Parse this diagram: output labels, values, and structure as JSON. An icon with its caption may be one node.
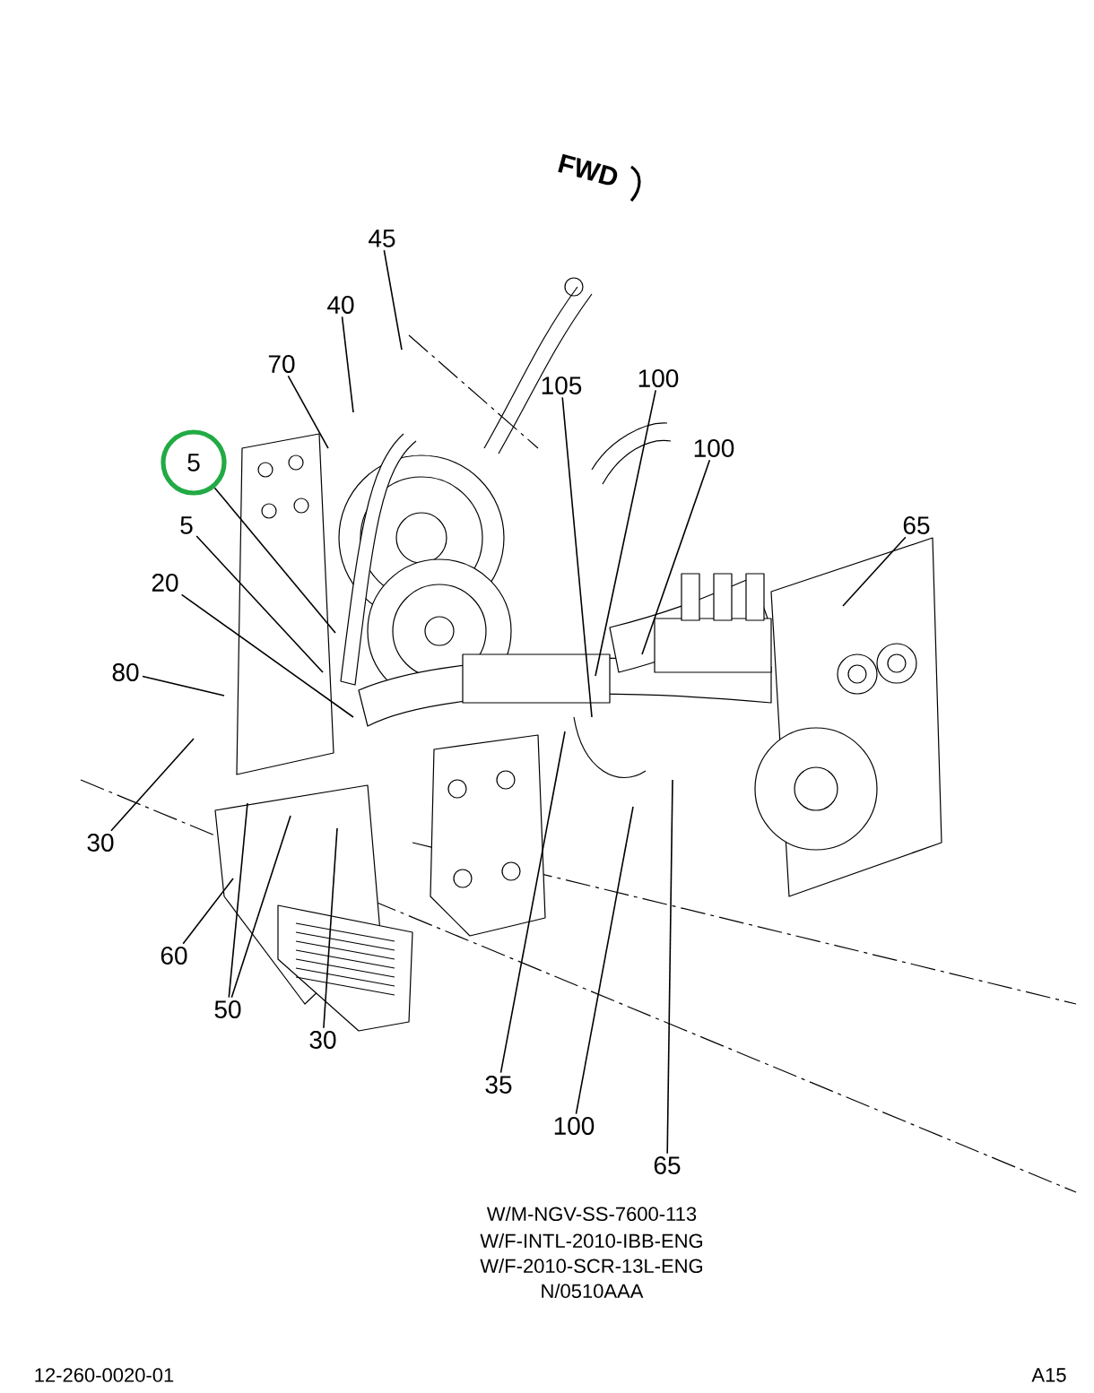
{
  "diagram": {
    "nodes": [
      {
        "text": [
          "45"
        ]
      },
      {
        "text": [
          "40"
        ]
      },
      {
        "text": [
          "70"
        ]
      },
      {
        "text": [
          "100"
        ]
      },
      {
        "text": [
          "105"
        ]
      },
      {
        "text": [
          "100"
        ]
      },
      {
        "text": [
          "5"
        ]
      },
      {
        "text": [
          "5"
        ]
      },
      {
        "text": [
          "65"
        ]
      },
      {
        "text": [
          "20"
        ]
      },
      {
        "text": [
          "80"
        ]
      },
      {
        "text": [
          "30"
        ]
      },
      {
        "text": [
          "60"
        ]
      },
      {
        "text": [
          "50"
        ]
      },
      {
        "text": [
          "30"
        ]
      },
      {
        "text": [
          "35"
        ]
      },
      {
        "text": [
          "100"
        ]
      },
      {
        "text": [
          "65"
        ]
      }
    ],
    "edges": [
      {
        "from": 0,
        "to": null,
        "arrow": "none"
      },
      {
        "from": 1,
        "to": null,
        "arrow": "none"
      },
      {
        "from": 2,
        "to": null,
        "arrow": "none"
      },
      {
        "from": 3,
        "to": null,
        "arrow": "none"
      },
      {
        "from": 4,
        "to": null,
        "arrow": "none"
      },
      {
        "from": 5,
        "to": null,
        "arrow": "none"
      },
      {
        "from": 6,
        "to": null,
        "arrow": "none"
      },
      {
        "from": 7,
        "to": null,
        "arrow": "none"
      },
      {
        "from": 8,
        "to": null,
        "arrow": "none"
      },
      {
        "from": 9,
        "to": null,
        "arrow": "none"
      },
      {
        "from": 10,
        "to": null,
        "arrow": "none"
      },
      {
        "from": 11,
        "to": null,
        "arrow": "none"
      },
      {
        "from": 12,
        "to": null,
        "arrow": "none"
      },
      {
        "from": 13,
        "to": null,
        "arrow": "none"
      },
      {
        "from": 13,
        "to": null,
        "arrow": "none"
      },
      {
        "from": 14,
        "to": null,
        "arrow": "none"
      },
      {
        "from": 15,
        "to": null,
        "arrow": "none"
      },
      {
        "from": 16,
        "to": null,
        "arrow": "none"
      },
      {
        "from": 17,
        "to": null,
        "arrow": "none"
      }
    ],
    "labels": [
      "FWD",
      "W/M-NGV-SS-7600-113",
      "W/F-INTL-2010-IBB-ENG",
      "W/F-2010-SCR-13L-ENG",
      "N/0510AAA",
      "12-260-0020-01",
      "A15"
    ]
  }
}
